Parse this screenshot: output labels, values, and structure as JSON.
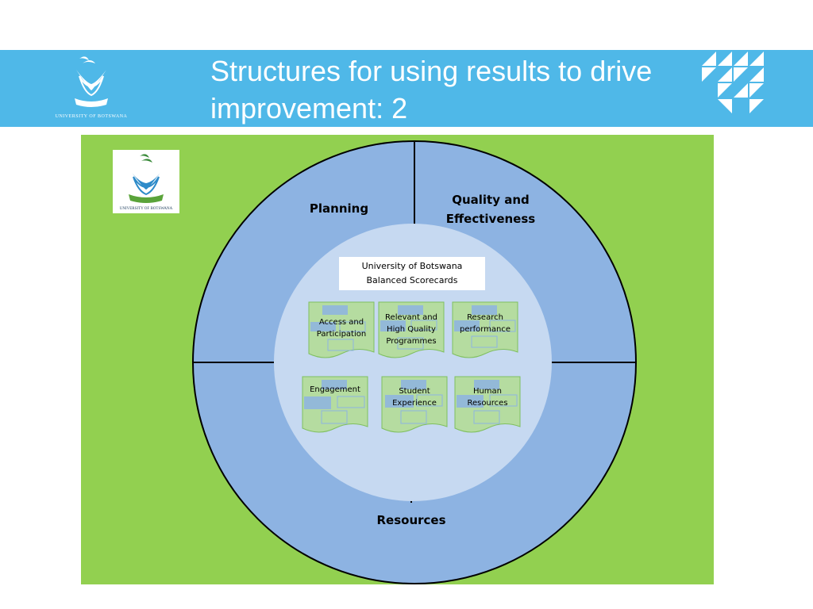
{
  "slide": {
    "title_line1": "Structures for using results to drive",
    "title_line2": "improvement: 2",
    "logo_caption": "UNIVERSITY OF BOTSWANA"
  },
  "diagram": {
    "panel_logo_caption": "UNIVERSITY OF BOTSWANA",
    "quadrants": {
      "planning": "Planning",
      "quality_line1": "Quality and",
      "quality_line2": "Effectiveness",
      "resources": "Resources"
    },
    "center_title_line1": "University of Botswana",
    "center_title_line2": "Balanced Scorecards",
    "cards": [
      {
        "line1": "Access and",
        "line2": "Participation",
        "line3": ""
      },
      {
        "line1": "Relevant and",
        "line2": "High Quality",
        "line3": "Programmes"
      },
      {
        "line1": "Research",
        "line2": "performance",
        "line3": ""
      },
      {
        "line1": "Engagement",
        "line2": "",
        "line3": ""
      },
      {
        "line1": "Student",
        "line2": "Experience",
        "line3": ""
      },
      {
        "line1": "Human",
        "line2": "Resources",
        "line3": ""
      }
    ]
  },
  "colors": {
    "header_blue": "#4fb8e8",
    "panel_green": "#92d050",
    "ring_blue": "#8db3e2",
    "center_light_blue": "#c6d9f1",
    "card_green": "#b5dca0"
  }
}
